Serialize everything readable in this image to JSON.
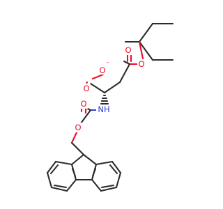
{
  "atoms": {
    "o_carboxylate": "O",
    "carboxylate_charge": "-",
    "o_carbonyl_acid": "O",
    "o_ester_carbonyl": "O",
    "o_ester": "O",
    "n_amide": "NH",
    "o_carbamate_carbonyl": "O",
    "o_carbamate": "O"
  },
  "colors": {
    "carbon": "#2b2b2b",
    "oxygen": "#e8102a",
    "nitrogen": "#2a3fd6",
    "background": "#ffffff"
  }
}
